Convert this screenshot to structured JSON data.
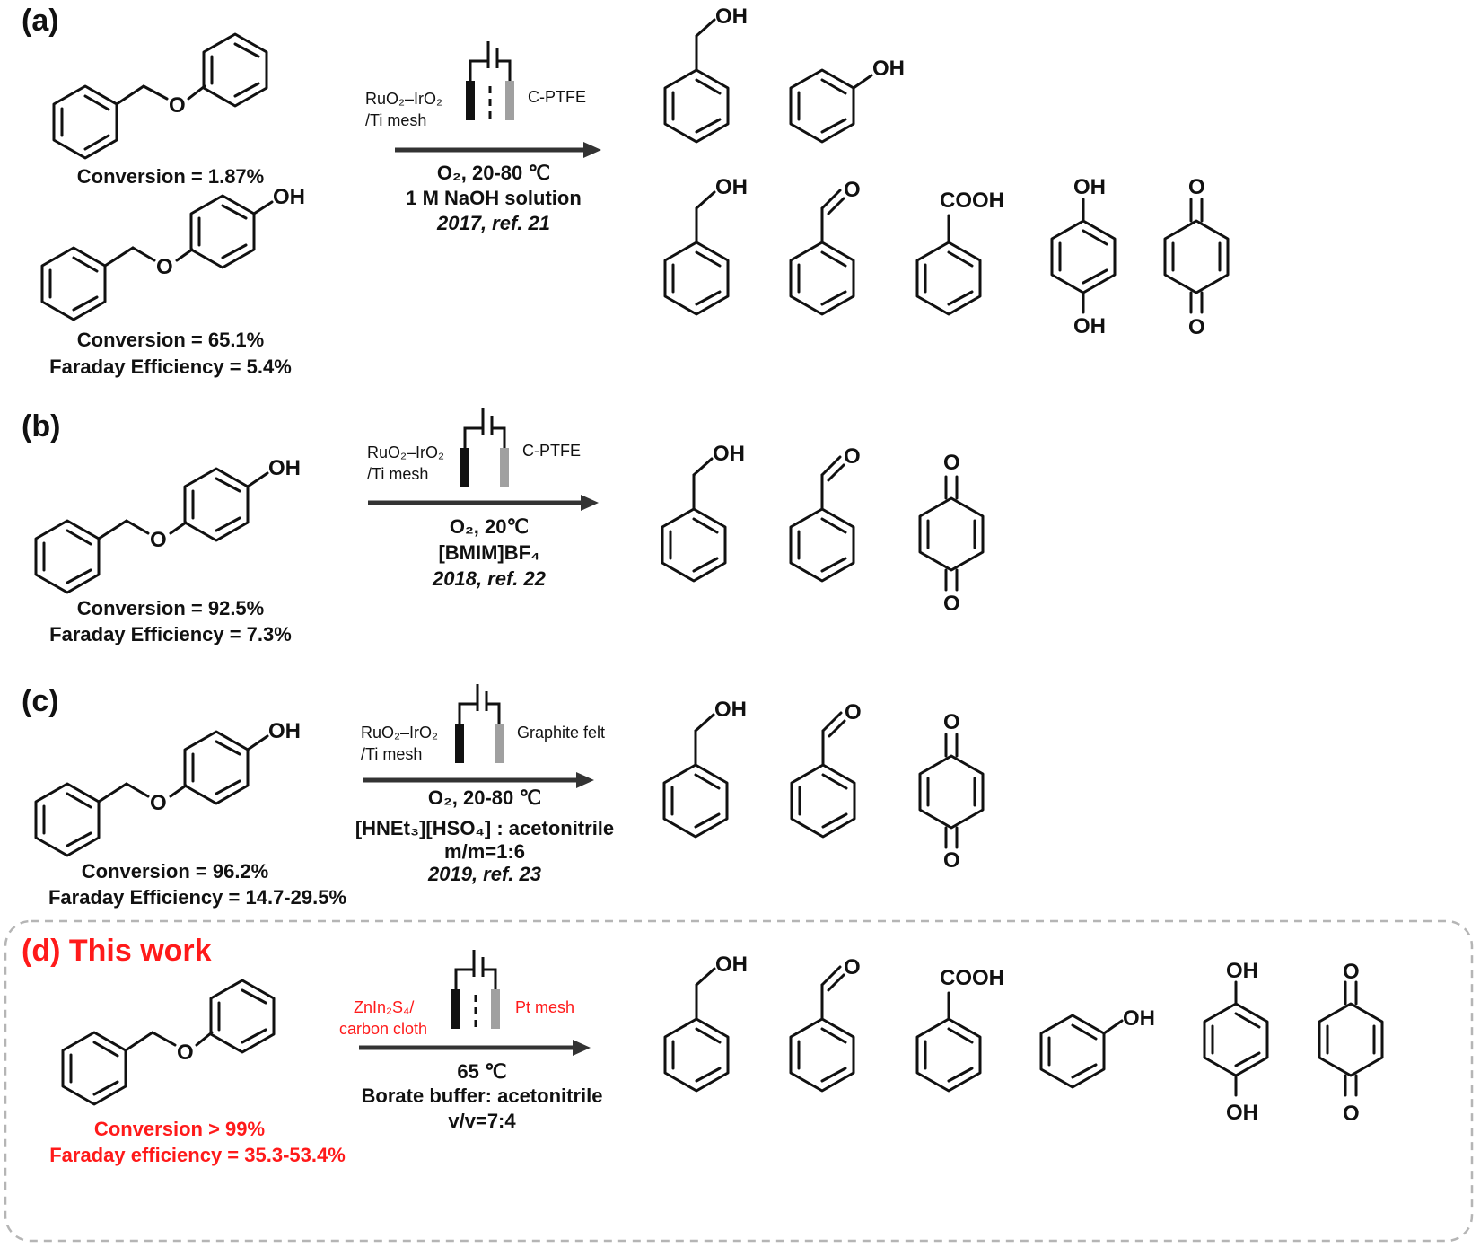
{
  "panels": {
    "a": {
      "label": "(a)",
      "reactant1_stat": "Conversion = 1.87%",
      "reactant2_stat1": "Conversion = 65.1%",
      "reactant2_stat2": "Faraday Efficiency = 5.4%",
      "anode": "RuO₂–IrO₂",
      "anode2": "/Ti mesh",
      "cathode": "C-PTFE",
      "cond1": "O₂, 20-80 ℃",
      "cond2": "1 M NaOH solution",
      "ref": "2017, ref. 21"
    },
    "b": {
      "label": "(b)",
      "stat1": "Conversion = 92.5%",
      "stat2": "Faraday Efficiency = 7.3%",
      "anode": "RuO₂–IrO₂",
      "anode2": "/Ti mesh",
      "cathode": "C-PTFE",
      "cond1": "O₂, 20℃",
      "cond2": "[BMIM]BF₄",
      "ref": "2018, ref. 22"
    },
    "c": {
      "label": "(c)",
      "stat1": "Conversion = 96.2%",
      "stat2": "Faraday Efficiency = 14.7-29.5%",
      "anode": "RuO₂–IrO₂",
      "anode2": "/Ti mesh",
      "cathode": "Graphite felt",
      "cond1": "O₂, 20-80 ℃",
      "cond2": "[HNEt₃][HSO₄] : acetonitrile",
      "cond3": "m/m=1:6",
      "ref": "2019, ref. 23"
    },
    "d": {
      "label": "(d) This work",
      "stat1": "Conversion > 99%",
      "stat2": "Faraday efficiency = 35.3-53.4%",
      "anode": "ZnIn₂S₄/",
      "anode2": "carbon cloth",
      "cathode": "Pt mesh",
      "cond1": "65 ℃",
      "cond2": "Borate buffer: acetonitrile",
      "cond3": "v/v=7:4"
    }
  },
  "groups": {
    "oh": "OH",
    "o": "O",
    "cooh": "COOH"
  },
  "colors": {
    "accent_red": "#ff1a1a",
    "ink": "#111111",
    "cathode_gray": "#a0a0a0",
    "frame_gray": "#b5b5b5"
  }
}
